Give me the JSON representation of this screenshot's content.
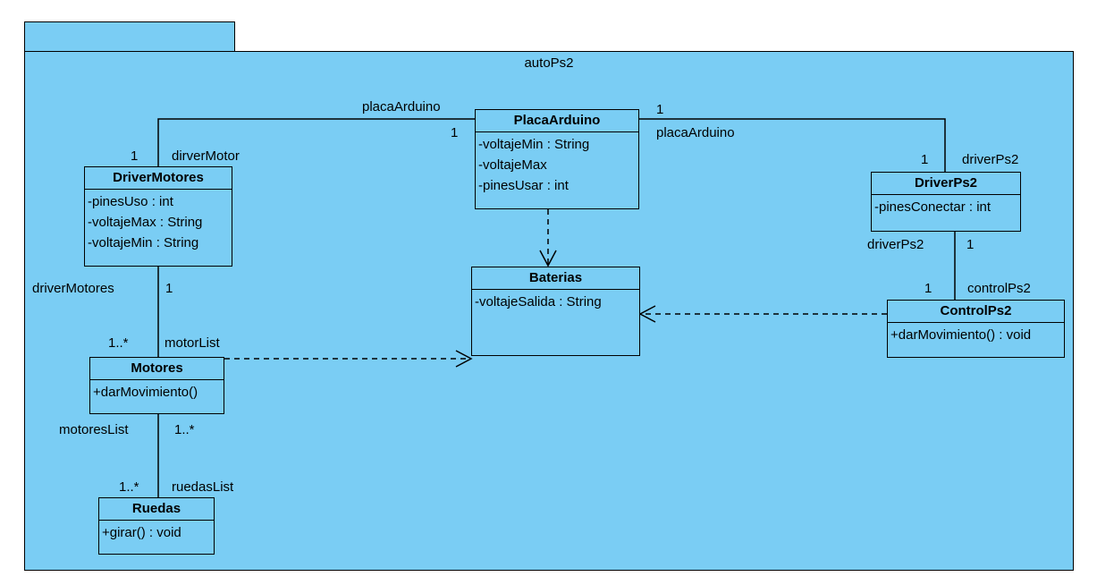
{
  "package": {
    "name": "autoPs2"
  },
  "classes": {
    "placaArduino": {
      "name": "PlacaArduino",
      "attrs": [
        "-voltajeMin : String",
        "-voltajeMax",
        "-pinesUsar : int"
      ]
    },
    "driverMotores": {
      "name": "DriverMotores",
      "attrs": [
        "-pinesUso : int",
        "-voltajeMax : String",
        "-voltajeMin : String"
      ]
    },
    "driverPs2": {
      "name": "DriverPs2",
      "attrs": [
        "-pinesConectar : int"
      ]
    },
    "baterias": {
      "name": "Baterias",
      "attrs": [
        "-voltajeSalida : String"
      ]
    },
    "controlPs2": {
      "name": "ControlPs2",
      "attrs": [
        "+darMovimiento() : void"
      ]
    },
    "motores": {
      "name": "Motores",
      "attrs": [
        "+darMovimiento()"
      ]
    },
    "ruedas": {
      "name": "Ruedas",
      "attrs": [
        "+girar() : void"
      ]
    }
  },
  "labels": {
    "placa_left_role": "placaArduino",
    "placa_left_mult": "1",
    "dm_top_mult": "1",
    "dm_top_role": "dirverMotor",
    "placa_right_mult": "1",
    "placa_right_role": "placaArduino",
    "dps2_top_mult": "1",
    "dps2_top_role": "driverPs2",
    "dm_bottom_role": "driverMotores",
    "dm_bottom_mult": "1",
    "mot_top_mult": "1..*",
    "mot_top_role": "motorList",
    "dps2_bottom_role": "driverPs2",
    "dps2_bottom_mult": "1",
    "cps2_top_mult": "1",
    "cps2_top_role": "controlPs2",
    "mot_bottom_role": "motoresList",
    "mot_bottom_mult": "1..*",
    "rue_top_mult": "1..*",
    "rue_top_role": "ruedasList"
  }
}
